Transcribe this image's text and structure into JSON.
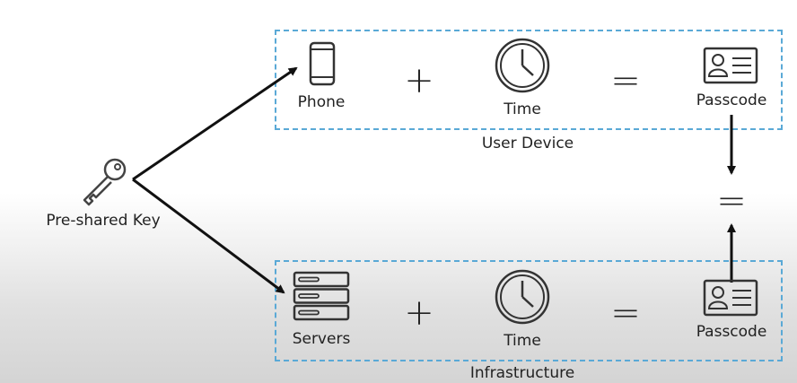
{
  "diagram": {
    "key_label": "Pre-shared Key",
    "user_device": {
      "group_label": "User Device",
      "phone_label": "Phone",
      "time_label": "Time",
      "passcode_label": "Passcode",
      "plus": "+",
      "equals": "="
    },
    "infrastructure": {
      "group_label": "Infrastructure",
      "servers_label": "Servers",
      "time_label": "Time",
      "passcode_label": "Passcode",
      "plus": "+",
      "equals": "="
    },
    "compare_equals": "=",
    "icons": [
      "key-icon",
      "phone-icon",
      "clock-icon",
      "passcode-card-icon",
      "servers-icon"
    ],
    "colors": {
      "dashed_border": "#5aa9d6",
      "arrow": "#111111"
    }
  }
}
